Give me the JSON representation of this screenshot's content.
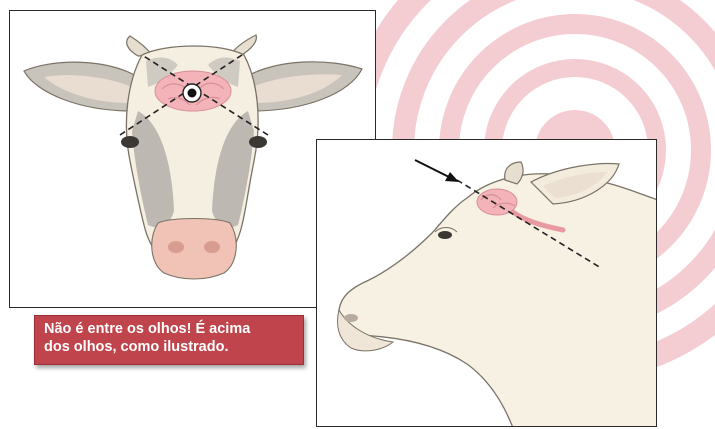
{
  "caption": {
    "text": "Não é entre os olhos! É acima\ndos olhos, como ilustrado."
  },
  "colors": {
    "caption_background": "#c0444c",
    "ring_color": "#f2c9cf",
    "brain_color": "#f3b3b8",
    "cow_fill": "#f7f1e3",
    "face_shadow": "#b9b5ae",
    "muzzle": "#f0c1b6"
  },
  "figures": {
    "front_view": "cow-head-front-view",
    "side_view": "cow-head-side-view"
  }
}
